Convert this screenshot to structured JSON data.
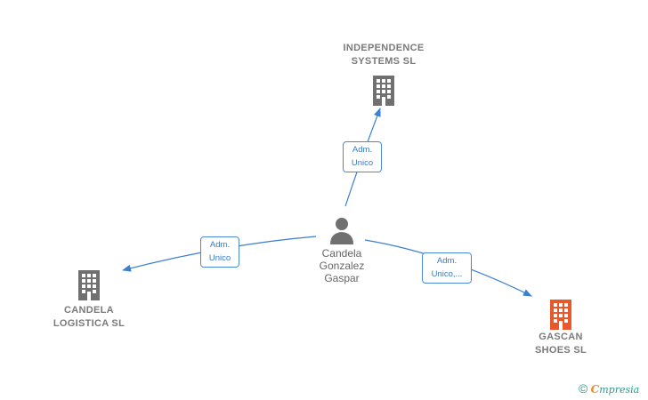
{
  "nodes": {
    "independence": {
      "name": "INDEPENDENCE\nSYSTEMS SL",
      "icon": "building-icon",
      "color": "#707070"
    },
    "candela_logistica": {
      "name": "CANDELA\nLOGISTICA SL",
      "icon": "building-icon",
      "color": "#707070"
    },
    "gascan": {
      "name": "GASCAN\nSHOES  SL",
      "icon": "building-icon",
      "color": "#e8582a"
    },
    "person": {
      "name": "Candela\nGonzalez\nGaspar",
      "icon": "person-icon",
      "color": "#707070"
    }
  },
  "relations": {
    "to_independence": "Adm.\nUnico",
    "to_candela_logistica": "Adm.\nUnico",
    "to_gascan": "Adm.\nUnico,..."
  },
  "colors": {
    "edge": "#3a7fd0"
  },
  "footer": {
    "copyright": "©",
    "brand_initial": "C",
    "brand_rest": "mpresia"
  }
}
